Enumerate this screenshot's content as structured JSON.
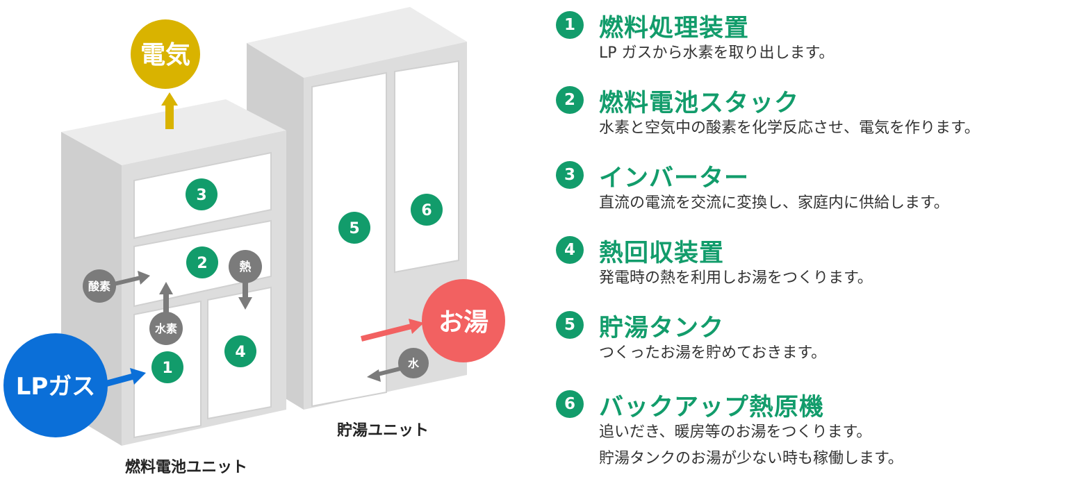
{
  "diagram": {
    "output_electricity": "電気",
    "output_hot_water": "お湯",
    "input_lp_gas": "LPガス",
    "label_oxygen": "酸素",
    "label_hydrogen": "水素",
    "label_heat": "熱",
    "label_water": "水",
    "unit_fuel_cell": "燃料電池ユニット",
    "unit_hot_water": "貯湯ユニット",
    "part_numbers": [
      "1",
      "2",
      "3",
      "4",
      "5",
      "6"
    ]
  },
  "legend": [
    {
      "number": "1",
      "title": "燃料処理装置",
      "desc": [
        "LP ガスから水素を取り出します。"
      ]
    },
    {
      "number": "2",
      "title": "燃料電池スタック",
      "desc": [
        "水素と空気中の酸素を化学反応させ、電気を作ります。"
      ]
    },
    {
      "number": "3",
      "title": "インバーター",
      "desc": [
        "直流の電流を交流に変換し、家庭内に供給します。"
      ]
    },
    {
      "number": "4",
      "title": "熱回収装置",
      "desc": [
        "発電時の熱を利用しお湯をつくります。"
      ]
    },
    {
      "number": "5",
      "title": "貯湯タンク",
      "desc": [
        "つくったお湯を貯めておきます。"
      ]
    },
    {
      "number": "6",
      "title": "バックアップ熱原機",
      "desc": [
        "追いだき、暖房等のお湯をつくります。",
        "貯湯タンクのお湯が少ない時も稼働します。"
      ]
    }
  ],
  "colors": {
    "accent_green": "#129c6b",
    "electricity_yellow": "#d9b300",
    "hot_water_red": "#f26161",
    "lp_gas_blue": "#0b6fd8",
    "label_gray": "#7b7b7b"
  }
}
